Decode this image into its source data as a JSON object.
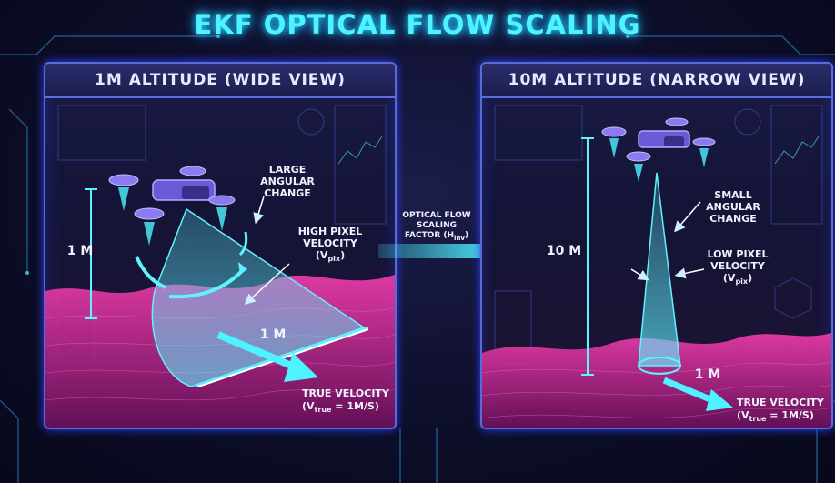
{
  "title": "EKF OPTICAL FLOW SCALING",
  "left_panel": {
    "title": "1M ALTITUDE (WIDE VIEW)",
    "altitude_label": "1 M",
    "angular_label": "LARGE\nANGULAR\nCHANGE",
    "pixel_label": "HIGH PIXEL\nVELOCITY",
    "pixel_symbol": "(V",
    "pixel_sub": "pix",
    "distance_label": "1 M",
    "true_velocity_label": "TRUE VELOCITY",
    "true_velocity_eq_a": "(V",
    "true_velocity_sub": "true",
    "true_velocity_eq_b": " = 1M/S)"
  },
  "right_panel": {
    "title": "10M ALTITUDE (NARROW VIEW)",
    "altitude_label": "10 M",
    "angular_label": "SMALL\nANGULAR\nCHANGE",
    "pixel_label": "LOW PIXEL\nVELOCITY",
    "pixel_symbol": "(V",
    "pixel_sub": "pix",
    "distance_label": "1 M",
    "true_velocity_label": "TRUE VELOCITY",
    "true_velocity_eq_a": "(V",
    "true_velocity_sub": "true",
    "true_velocity_eq_b": " = 1M/S)"
  },
  "center_arrow": {
    "line1": "OPTICAL FLOW",
    "line2": "SCALING",
    "line3_a": "FACTOR (H",
    "line3_sub": "inv",
    "line3_b": ")"
  },
  "colors": {
    "title_cyan": "#4ff3ff",
    "beam_cyan": "#3fe6f0",
    "terrain_magenta": "#ff2fa8",
    "panel_border": "#5a6bd6",
    "drone_purple": "#6b5ad8"
  }
}
